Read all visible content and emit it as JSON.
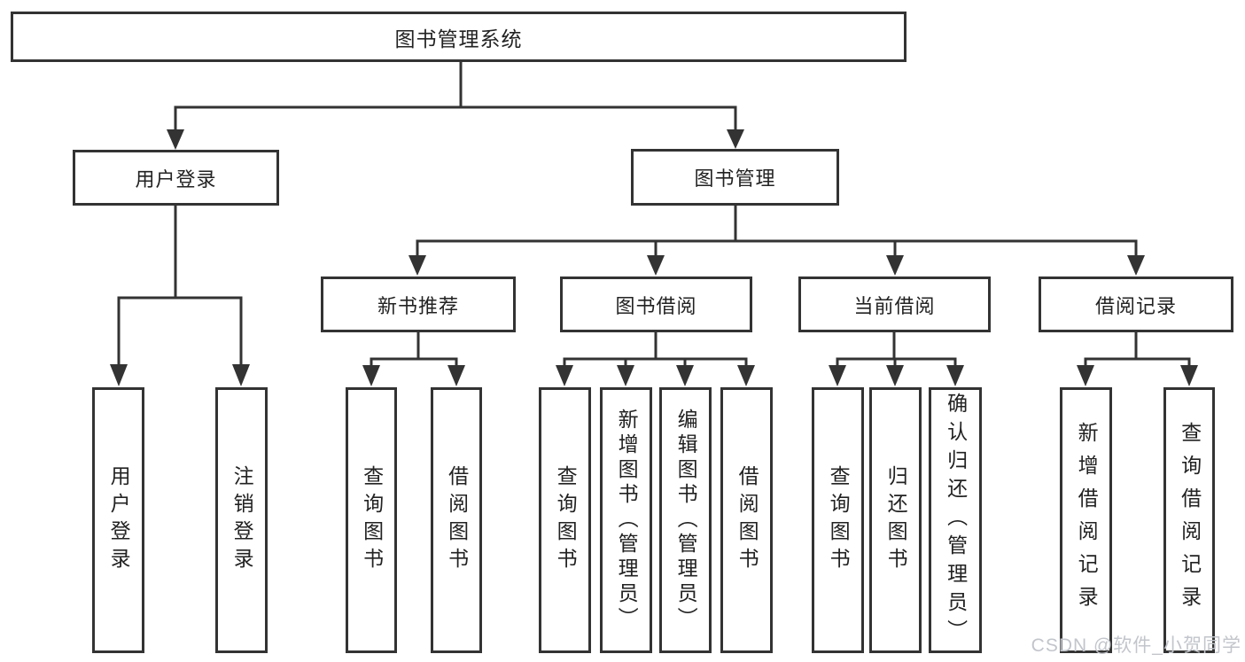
{
  "diagram": {
    "root": {
      "label": "图书管理系统"
    },
    "branches": [
      {
        "label": "用户登录",
        "children": [
          {
            "label": "用户登录"
          },
          {
            "label": "注销登录"
          }
        ]
      },
      {
        "label": "图书管理",
        "children": [
          {
            "label": "新书推荐",
            "children": [
              {
                "label": "查询图书"
              },
              {
                "label": "借阅图书"
              }
            ]
          },
          {
            "label": "图书借阅",
            "children": [
              {
                "label": "查询图书"
              },
              {
                "label": "新增图书（管理员）"
              },
              {
                "label": "编辑图书（管理员）"
              },
              {
                "label": "借阅图书"
              }
            ]
          },
          {
            "label": "当前借阅",
            "children": [
              {
                "label": "查询图书"
              },
              {
                "label": "归还图书"
              },
              {
                "label": "确认归还（管理员）"
              }
            ]
          },
          {
            "label": "借阅记录",
            "children": [
              {
                "label": "新增借阅记录"
              },
              {
                "label": "查询借阅记录"
              }
            ]
          }
        ]
      }
    ]
  },
  "watermark": {
    "text": "CSDN @软件_小贺同学"
  },
  "colors": {
    "line": "#333333",
    "text": "#222222",
    "watermark_gray": "#c2c5cb",
    "background": "#ffffff"
  }
}
